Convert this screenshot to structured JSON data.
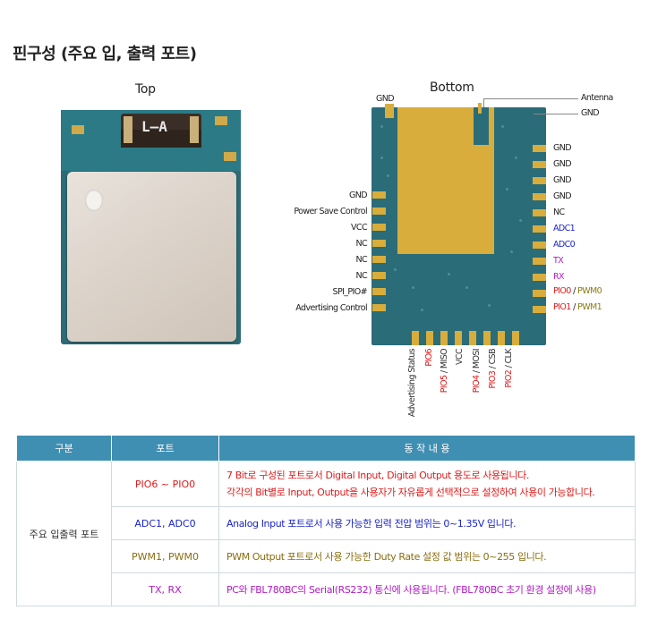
{
  "heading": "핀구성 (주요 입, 출력 포트)",
  "top_view": {
    "title": "Top",
    "chip_text": "L–A"
  },
  "bottom_view": {
    "title": "Bottom",
    "top_labels": {
      "gnd_left": "GND",
      "antenna": "Antenna",
      "gnd_right": "GND"
    },
    "left_pins": [
      "GND",
      "Power Save Control",
      "VCC",
      "NC",
      "NC",
      "NC",
      "SPI_PIO#",
      "Advertising Control"
    ],
    "right_pins": [
      {
        "text": "GND",
        "color": "#222222"
      },
      {
        "text": "GND",
        "color": "#222222"
      },
      {
        "text": "GND",
        "color": "#222222"
      },
      {
        "text": "GND",
        "color": "#222222"
      },
      {
        "text": "NC",
        "color": "#222222"
      },
      {
        "text": "ADC1",
        "color": "#1a24c8"
      },
      {
        "text": "ADC0",
        "color": "#1a24c8"
      },
      {
        "text": "TX",
        "color": "#b21bc4"
      },
      {
        "text": "RX",
        "color": "#b21bc4"
      }
    ],
    "pio0_a": "PIO0",
    "pio0_sep": " / ",
    "pio0_b": "PWM0",
    "pio1_a": "PIO1",
    "pio1_sep": " / ",
    "pio1_b": "PWM1",
    "bottom_pins": {
      "advertising_status": "Advertising Status",
      "pio6": "PIO6",
      "pio5_a": "PIO5",
      "pio5_b": " / MISO",
      "vcc": "VCC",
      "pio4_a": "PIO4",
      "pio4_b": " / MOSI",
      "pio3_a": "PIO3",
      "pio3_b": " / CSB",
      "pio2_a": "PIO2",
      "pio2_b": " / CLK"
    }
  },
  "table": {
    "headers": [
      "구분",
      "포트",
      "동 작 내 용"
    ],
    "group": "주요 입출력 포트",
    "rows": [
      {
        "port": "PIO6 ~ PIO0",
        "desc1": "7 Bit로 구성된 포트로서 Digital Input, Digital Output 용도로 사용됩니다.",
        "desc2": "각각의 Bit별로 Input, Output을 사용자가 자유롭게 선택적으로 설정하여 사용이 가능합니다."
      },
      {
        "port": "ADC1, ADC0",
        "desc1": "Analog Input 포트로서 사용 가능한 입력 전압 범위는 0~1.35V 입니다."
      },
      {
        "port": "PWM1, PWM0",
        "desc1": "PWM Output 포트로서 사용 가능한 Duty Rate 설정 값 범위는 0~255 입니다."
      },
      {
        "port": "TX, RX",
        "desc1": "PC와 FBL780BC의 Serial(RS232) 통신에 사용됩니다. (FBL780BC 초기 환경 설정에 사용)"
      }
    ]
  },
  "colors": {
    "header_bg": "#3f8fb3",
    "pcb": "#2a6c78",
    "pad": "#d8ad3c",
    "red": "#e01b1b",
    "blue": "#1a24c8",
    "purple": "#b21bc4",
    "olive": "#8a6d0e"
  }
}
